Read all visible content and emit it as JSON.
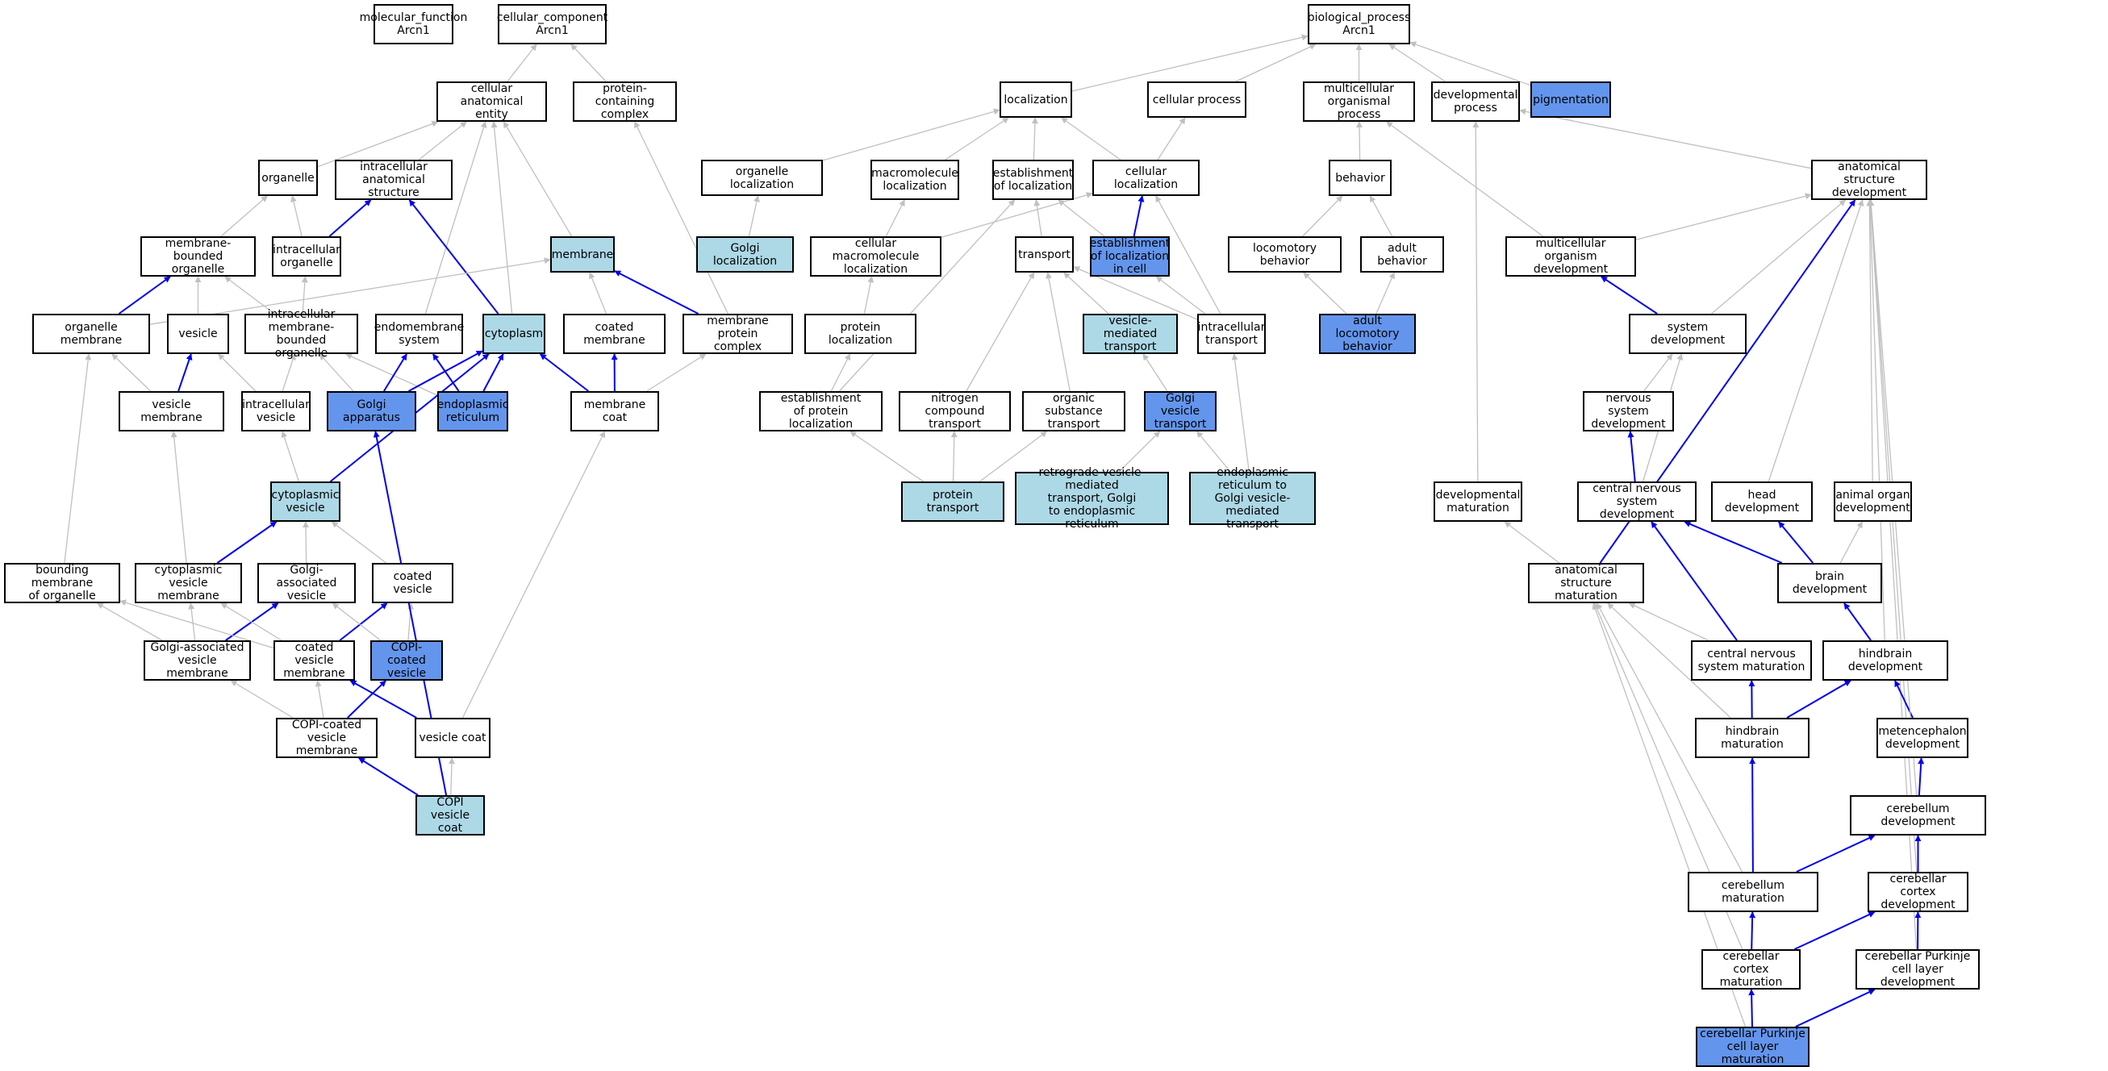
{
  "colors": {
    "default_fill": "#ffffff",
    "light_fill": "#add8e6",
    "dark_fill": "#6495ed",
    "is_a_edge": "#c0c0c0",
    "part_of_edge": "#0000ee"
  },
  "nodes": [
    {
      "id": "mf",
      "label": "molecular_function\nArcn1",
      "fill": "default"
    },
    {
      "id": "cc",
      "label": "cellular_component\nArcn1",
      "fill": "default"
    },
    {
      "id": "bp",
      "label": "biological_process\nArcn1",
      "fill": "default"
    },
    {
      "id": "cae",
      "label": "cellular anatomical\nentity",
      "fill": "default"
    },
    {
      "id": "pcc",
      "label": "protein-containing\ncomplex",
      "fill": "default"
    },
    {
      "id": "loc",
      "label": "localization",
      "fill": "default"
    },
    {
      "id": "cproc",
      "label": "cellular process",
      "fill": "default"
    },
    {
      "id": "mop",
      "label": "multicellular\norganismal process",
      "fill": "default"
    },
    {
      "id": "devp",
      "label": "developmental\nprocess",
      "fill": "default"
    },
    {
      "id": "pig",
      "label": "pigmentation",
      "fill": "dark"
    },
    {
      "id": "organelle",
      "label": "organelle",
      "fill": "default"
    },
    {
      "id": "ias",
      "label": "intracellular\nanatomical structure",
      "fill": "default"
    },
    {
      "id": "orgloc",
      "label": "organelle localization",
      "fill": "default"
    },
    {
      "id": "macloc",
      "label": "macromolecule\nlocalization",
      "fill": "default"
    },
    {
      "id": "eol",
      "label": "establishment\nof localization",
      "fill": "default"
    },
    {
      "id": "celloc",
      "label": "cellular localization",
      "fill": "default"
    },
    {
      "id": "behav",
      "label": "behavior",
      "fill": "default"
    },
    {
      "id": "asd",
      "label": "anatomical structure\ndevelopment",
      "fill": "default"
    },
    {
      "id": "mbo",
      "label": "membrane-bounded\norganelle",
      "fill": "default"
    },
    {
      "id": "icorg",
      "label": "intracellular\norganelle",
      "fill": "default"
    },
    {
      "id": "membrane",
      "label": "membrane",
      "fill": "light"
    },
    {
      "id": "golgiloc",
      "label": "Golgi localization",
      "fill": "light"
    },
    {
      "id": "cmacloc",
      "label": "cellular macromolecule\nlocalization",
      "fill": "default"
    },
    {
      "id": "transport",
      "label": "transport",
      "fill": "default"
    },
    {
      "id": "eolcell",
      "label": "establishment\nof localization\nin cell",
      "fill": "dark"
    },
    {
      "id": "locobeh",
      "label": "locomotory behavior",
      "fill": "default"
    },
    {
      "id": "adultbeh",
      "label": "adult behavior",
      "fill": "default"
    },
    {
      "id": "mod",
      "label": "multicellular\norganism development",
      "fill": "default"
    },
    {
      "id": "orgmem",
      "label": "organelle membrane",
      "fill": "default"
    },
    {
      "id": "vesicle",
      "label": "vesicle",
      "fill": "default"
    },
    {
      "id": "imbo",
      "label": "intracellular\nmembrane-bounded\norganelle",
      "fill": "default"
    },
    {
      "id": "endosys",
      "label": "endomembrane\nsystem",
      "fill": "default"
    },
    {
      "id": "cytoplasm",
      "label": "cytoplasm",
      "fill": "light"
    },
    {
      "id": "coatmem",
      "label": "coated membrane",
      "fill": "default"
    },
    {
      "id": "mpc",
      "label": "membrane protein\ncomplex",
      "fill": "default"
    },
    {
      "id": "protloc",
      "label": "protein localization",
      "fill": "default"
    },
    {
      "id": "vmt",
      "label": "vesicle-mediated\ntransport",
      "fill": "light"
    },
    {
      "id": "ictrans",
      "label": "intracellular\ntransport",
      "fill": "default"
    },
    {
      "id": "alb",
      "label": "adult locomotory\nbehavior",
      "fill": "dark"
    },
    {
      "id": "sysdev",
      "label": "system development",
      "fill": "default"
    },
    {
      "id": "vesmem",
      "label": "vesicle membrane",
      "fill": "default"
    },
    {
      "id": "icves",
      "label": "intracellular\nvesicle",
      "fill": "default"
    },
    {
      "id": "golgi",
      "label": "Golgi apparatus",
      "fill": "dark"
    },
    {
      "id": "er",
      "label": "endoplasmic\nreticulum",
      "fill": "dark"
    },
    {
      "id": "memcoat",
      "label": "membrane coat",
      "fill": "default"
    },
    {
      "id": "eopl",
      "label": "establishment\nof protein localization",
      "fill": "default"
    },
    {
      "id": "nct",
      "label": "nitrogen compound\ntransport",
      "fill": "default"
    },
    {
      "id": "ost",
      "label": "organic substance\ntransport",
      "fill": "default"
    },
    {
      "id": "gvt",
      "label": "Golgi vesicle\ntransport",
      "fill": "dark"
    },
    {
      "id": "nsd",
      "label": "nervous system\ndevelopment",
      "fill": "default"
    },
    {
      "id": "cytves",
      "label": "cytoplasmic\nvesicle",
      "fill": "light"
    },
    {
      "id": "prottrans",
      "label": "protein transport",
      "fill": "light"
    },
    {
      "id": "retro",
      "label": "retrograde vesicle-mediated\ntransport, Golgi\nto endoplasmic\nreticulum",
      "fill": "light"
    },
    {
      "id": "ertogolgi",
      "label": "endoplasmic\nreticulum to\nGolgi vesicle-mediated\ntransport",
      "fill": "light"
    },
    {
      "id": "devmat",
      "label": "developmental\nmaturation",
      "fill": "default"
    },
    {
      "id": "cnsd",
      "label": "central nervous\nsystem development",
      "fill": "default"
    },
    {
      "id": "headdev",
      "label": "head development",
      "fill": "default"
    },
    {
      "id": "aod",
      "label": "animal organ\ndevelopment",
      "fill": "default"
    },
    {
      "id": "bmo",
      "label": "bounding membrane\nof organelle",
      "fill": "default"
    },
    {
      "id": "cvm",
      "label": "cytoplasmic\nvesicle membrane",
      "fill": "default"
    },
    {
      "id": "gav",
      "label": "Golgi-associated\nvesicle",
      "fill": "default"
    },
    {
      "id": "coatves",
      "label": "coated vesicle",
      "fill": "default"
    },
    {
      "id": "asm",
      "label": "anatomical structure\nmaturation",
      "fill": "default"
    },
    {
      "id": "braindev",
      "label": "brain development",
      "fill": "default"
    },
    {
      "id": "gavm",
      "label": "Golgi-associated\nvesicle membrane",
      "fill": "default"
    },
    {
      "id": "cvmem",
      "label": "coated vesicle\nmembrane",
      "fill": "default"
    },
    {
      "id": "copives",
      "label": "COPI-coated\nvesicle",
      "fill": "dark"
    },
    {
      "id": "cnsm",
      "label": "central nervous\nsystem maturation",
      "fill": "default"
    },
    {
      "id": "hbdev",
      "label": "hindbrain development",
      "fill": "default"
    },
    {
      "id": "copicvm",
      "label": "COPI-coated\nvesicle membrane",
      "fill": "default"
    },
    {
      "id": "vescoat",
      "label": "vesicle coat",
      "fill": "default"
    },
    {
      "id": "hbmat",
      "label": "hindbrain maturation",
      "fill": "default"
    },
    {
      "id": "metdev",
      "label": "metencephalon\ndevelopment",
      "fill": "default"
    },
    {
      "id": "copicoat",
      "label": "COPI vesicle\ncoat",
      "fill": "light"
    },
    {
      "id": "cbdev",
      "label": "cerebellum development",
      "fill": "default"
    },
    {
      "id": "cbmat",
      "label": "cerebellum maturation",
      "fill": "default"
    },
    {
      "id": "ccdev",
      "label": "cerebellar cortex\ndevelopment",
      "fill": "default"
    },
    {
      "id": "ccmat",
      "label": "cerebellar cortex\nmaturation",
      "fill": "default"
    },
    {
      "id": "cpcld",
      "label": "cerebellar Purkinje\ncell layer development",
      "fill": "default"
    },
    {
      "id": "cpclm",
      "label": "cerebellar Purkinje\ncell layer maturation",
      "fill": "dark"
    }
  ],
  "edges": [
    {
      "from": "cae",
      "to": "cc",
      "type": "is_a"
    },
    {
      "from": "pcc",
      "to": "cc",
      "type": "is_a"
    },
    {
      "from": "loc",
      "to": "bp",
      "type": "is_a"
    },
    {
      "from": "cproc",
      "to": "bp",
      "type": "is_a"
    },
    {
      "from": "mop",
      "to": "bp",
      "type": "is_a"
    },
    {
      "from": "devp",
      "to": "bp",
      "type": "is_a"
    },
    {
      "from": "pig",
      "to": "bp",
      "type": "is_a"
    },
    {
      "from": "organelle",
      "to": "cae",
      "type": "is_a"
    },
    {
      "from": "ias",
      "to": "cae",
      "type": "is_a"
    },
    {
      "from": "membrane",
      "to": "cae",
      "type": "is_a"
    },
    {
      "from": "endosys",
      "to": "cae",
      "type": "is_a"
    },
    {
      "from": "cytoplasm",
      "to": "cae",
      "type": "is_a"
    },
    {
      "from": "mpc",
      "to": "pcc",
      "type": "is_a"
    },
    {
      "from": "orgloc",
      "to": "loc",
      "type": "is_a"
    },
    {
      "from": "macloc",
      "to": "loc",
      "type": "is_a"
    },
    {
      "from": "eol",
      "to": "loc",
      "type": "is_a"
    },
    {
      "from": "celloc",
      "to": "loc",
      "type": "is_a"
    },
    {
      "from": "celloc",
      "to": "cproc",
      "type": "is_a"
    },
    {
      "from": "behav",
      "to": "mop",
      "type": "is_a"
    },
    {
      "from": "mod",
      "to": "mop",
      "type": "is_a"
    },
    {
      "from": "asd",
      "to": "devp",
      "type": "is_a"
    },
    {
      "from": "devmat",
      "to": "devp",
      "type": "is_a"
    },
    {
      "from": "mbo",
      "to": "organelle",
      "type": "is_a"
    },
    {
      "from": "icorg",
      "to": "organelle",
      "type": "is_a"
    },
    {
      "from": "icorg",
      "to": "ias",
      "type": "part_of"
    },
    {
      "from": "cytoplasm",
      "to": "ias",
      "type": "part_of"
    },
    {
      "from": "golgiloc",
      "to": "orgloc",
      "type": "is_a"
    },
    {
      "from": "cmacloc",
      "to": "macloc",
      "type": "is_a"
    },
    {
      "from": "cmacloc",
      "to": "celloc",
      "type": "is_a"
    },
    {
      "from": "transport",
      "to": "eol",
      "type": "is_a"
    },
    {
      "from": "eolcell",
      "to": "eol",
      "type": "is_a"
    },
    {
      "from": "eolcell",
      "to": "celloc",
      "type": "part_of"
    },
    {
      "from": "eopl",
      "to": "eol",
      "type": "is_a"
    },
    {
      "from": "ictrans",
      "to": "celloc",
      "type": "is_a"
    },
    {
      "from": "locobeh",
      "to": "behav",
      "type": "is_a"
    },
    {
      "from": "adultbeh",
      "to": "behav",
      "type": "is_a"
    },
    {
      "from": "alb",
      "to": "locobeh",
      "type": "is_a"
    },
    {
      "from": "alb",
      "to": "adultbeh",
      "type": "is_a"
    },
    {
      "from": "mod",
      "to": "asd",
      "type": "is_a"
    },
    {
      "from": "sysdev",
      "to": "mod",
      "type": "part_of"
    },
    {
      "from": "sysdev",
      "to": "asd",
      "type": "is_a"
    },
    {
      "from": "headdev",
      "to": "asd",
      "type": "is_a"
    },
    {
      "from": "aod",
      "to": "asd",
      "type": "is_a"
    },
    {
      "from": "asm",
      "to": "asd",
      "type": "part_of"
    },
    {
      "from": "hbdev",
      "to": "asd",
      "type": "is_a"
    },
    {
      "from": "ccdev",
      "to": "asd",
      "type": "is_a"
    },
    {
      "from": "cpcld",
      "to": "asd",
      "type": "is_a"
    },
    {
      "from": "orgmem",
      "to": "mbo",
      "type": "part_of"
    },
    {
      "from": "vesicle",
      "to": "mbo",
      "type": "is_a"
    },
    {
      "from": "imbo",
      "to": "mbo",
      "type": "is_a"
    },
    {
      "from": "imbo",
      "to": "icorg",
      "type": "is_a"
    },
    {
      "from": "orgmem",
      "to": "membrane",
      "type": "is_a"
    },
    {
      "from": "coatmem",
      "to": "membrane",
      "type": "is_a"
    },
    {
      "from": "mpc",
      "to": "membrane",
      "type": "part_of"
    },
    {
      "from": "ictrans",
      "to": "eolcell",
      "type": "is_a"
    },
    {
      "from": "ictrans",
      "to": "transport",
      "type": "is_a"
    },
    {
      "from": "vmt",
      "to": "transport",
      "type": "is_a"
    },
    {
      "from": "nct",
      "to": "transport",
      "type": "is_a"
    },
    {
      "from": "ost",
      "to": "transport",
      "type": "is_a"
    },
    {
      "from": "protloc",
      "to": "cmacloc",
      "type": "is_a"
    },
    {
      "from": "eopl",
      "to": "protloc",
      "type": "is_a"
    },
    {
      "from": "gvt",
      "to": "vmt",
      "type": "is_a"
    },
    {
      "from": "vesmem",
      "to": "vesicle",
      "type": "part_of"
    },
    {
      "from": "vesmem",
      "to": "orgmem",
      "type": "is_a"
    },
    {
      "from": "icves",
      "to": "vesicle",
      "type": "is_a"
    },
    {
      "from": "icves",
      "to": "imbo",
      "type": "is_a"
    },
    {
      "from": "golgi",
      "to": "imbo",
      "type": "is_a"
    },
    {
      "from": "er",
      "to": "imbo",
      "type": "is_a"
    },
    {
      "from": "golgi",
      "to": "endosys",
      "type": "part_of"
    },
    {
      "from": "er",
      "to": "endosys",
      "type": "part_of"
    },
    {
      "from": "golgi",
      "to": "cytoplasm",
      "type": "part_of"
    },
    {
      "from": "er",
      "to": "cytoplasm",
      "type": "part_of"
    },
    {
      "from": "memcoat",
      "to": "cytoplasm",
      "type": "part_of"
    },
    {
      "from": "memcoat",
      "to": "coatmem",
      "type": "part_of"
    },
    {
      "from": "memcoat",
      "to": "mpc",
      "type": "is_a"
    },
    {
      "from": "cytves",
      "to": "cytoplasm",
      "type": "part_of"
    },
    {
      "from": "cytves",
      "to": "icves",
      "type": "is_a"
    },
    {
      "from": "prottrans",
      "to": "eopl",
      "type": "is_a"
    },
    {
      "from": "prottrans",
      "to": "nct",
      "type": "is_a"
    },
    {
      "from": "prottrans",
      "to": "ost",
      "type": "is_a"
    },
    {
      "from": "retro",
      "to": "gvt",
      "type": "is_a"
    },
    {
      "from": "ertogolgi",
      "to": "gvt",
      "type": "is_a"
    },
    {
      "from": "ertogolgi",
      "to": "ictrans",
      "type": "is_a"
    },
    {
      "from": "nsd",
      "to": "sysdev",
      "type": "is_a"
    },
    {
      "from": "cnsd",
      "to": "nsd",
      "type": "part_of"
    },
    {
      "from": "cnsd",
      "to": "sysdev",
      "type": "is_a"
    },
    {
      "from": "braindev",
      "to": "cnsd",
      "type": "part_of"
    },
    {
      "from": "braindev",
      "to": "headdev",
      "type": "part_of"
    },
    {
      "from": "braindev",
      "to": "aod",
      "type": "is_a"
    },
    {
      "from": "cnsm",
      "to": "cnsd",
      "type": "part_of"
    },
    {
      "from": "cnsm",
      "to": "asm",
      "type": "is_a"
    },
    {
      "from": "asm",
      "to": "devmat",
      "type": "is_a"
    },
    {
      "from": "cvm",
      "to": "cytves",
      "type": "part_of"
    },
    {
      "from": "gav",
      "to": "cytves",
      "type": "is_a"
    },
    {
      "from": "coatves",
      "to": "cytves",
      "type": "is_a"
    },
    {
      "from": "cvm",
      "to": "vesmem",
      "type": "is_a"
    },
    {
      "from": "gavm",
      "to": "gav",
      "type": "part_of"
    },
    {
      "from": "gavm",
      "to": "bmo",
      "type": "is_a"
    },
    {
      "from": "gavm",
      "to": "cvm",
      "type": "is_a"
    },
    {
      "from": "cvmem",
      "to": "coatves",
      "type": "part_of"
    },
    {
      "from": "cvmem",
      "to": "cvm",
      "type": "is_a"
    },
    {
      "from": "cvmem",
      "to": "bmo",
      "type": "is_a"
    },
    {
      "from": "copives",
      "to": "coatves",
      "type": "is_a"
    },
    {
      "from": "copives",
      "to": "gav",
      "type": "is_a"
    },
    {
      "from": "bmo",
      "to": "orgmem",
      "type": "is_a"
    },
    {
      "from": "copicvm",
      "to": "copives",
      "type": "part_of"
    },
    {
      "from": "copicvm",
      "to": "cvmem",
      "type": "is_a"
    },
    {
      "from": "copicvm",
      "to": "gavm",
      "type": "is_a"
    },
    {
      "from": "vescoat",
      "to": "cvmem",
      "type": "part_of"
    },
    {
      "from": "vescoat",
      "to": "memcoat",
      "type": "is_a"
    },
    {
      "from": "copicoat",
      "to": "copicvm",
      "type": "part_of"
    },
    {
      "from": "copicoat",
      "to": "vescoat",
      "type": "is_a"
    },
    {
      "from": "copicoat",
      "to": "golgi",
      "type": "part_of"
    },
    {
      "from": "hbdev",
      "to": "braindev",
      "type": "part_of"
    },
    {
      "from": "hbmat",
      "to": "cnsm",
      "type": "part_of"
    },
    {
      "from": "hbmat",
      "to": "hbdev",
      "type": "part_of"
    },
    {
      "from": "hbmat",
      "to": "asm",
      "type": "is_a"
    },
    {
      "from": "metdev",
      "to": "hbdev",
      "type": "part_of"
    },
    {
      "from": "cbdev",
      "to": "metdev",
      "type": "part_of"
    },
    {
      "from": "cbdev",
      "to": "asd",
      "type": "is_a"
    },
    {
      "from": "cbmat",
      "to": "hbmat",
      "type": "part_of"
    },
    {
      "from": "cbmat",
      "to": "cbdev",
      "type": "part_of"
    },
    {
      "from": "cbmat",
      "to": "asm",
      "type": "is_a"
    },
    {
      "from": "ccdev",
      "to": "cbdev",
      "type": "part_of"
    },
    {
      "from": "ccmat",
      "to": "cbmat",
      "type": "part_of"
    },
    {
      "from": "ccmat",
      "to": "ccdev",
      "type": "part_of"
    },
    {
      "from": "ccmat",
      "to": "asm",
      "type": "is_a"
    },
    {
      "from": "cpcld",
      "to": "ccdev",
      "type": "part_of"
    },
    {
      "from": "cpclm",
      "to": "ccmat",
      "type": "part_of"
    },
    {
      "from": "cpclm",
      "to": "cpcld",
      "type": "part_of"
    },
    {
      "from": "cpclm",
      "to": "asm",
      "type": "is_a"
    }
  ]
}
